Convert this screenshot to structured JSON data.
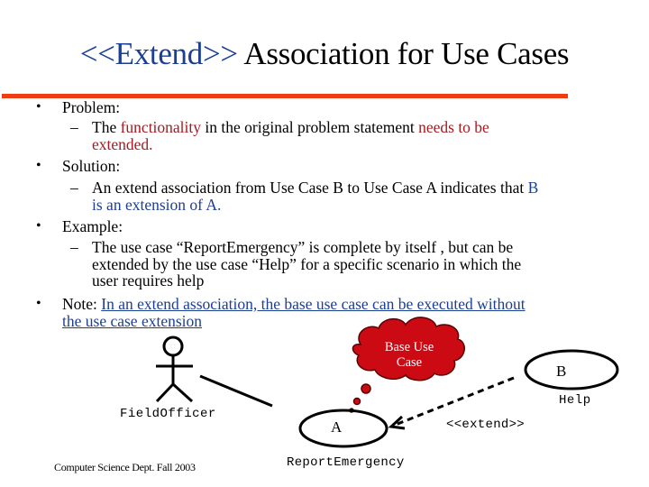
{
  "slide": {
    "title": {
      "part1": "<<Extend>>",
      "part2": " Association  for Use Cases"
    },
    "accent_colors": {
      "rule": "#ee3d12",
      "highlight_red": "#a31b22",
      "highlight_blue": "#1c3f94",
      "cloud_fill": "#cc0a14"
    },
    "bullets": [
      {
        "label": "Problem:",
        "sub": {
          "t1": "The ",
          "t2": "functionality",
          "t3": " in the original problem statement ",
          "t4": "needs to be",
          "t5": "extended."
        }
      },
      {
        "label": "Solution:",
        "sub": {
          "t1": "An extend association from Use Case B to Use Case A indicates that ",
          "t2": "B",
          "t3": "is an extension of A."
        }
      },
      {
        "label": "Example:",
        "sub": {
          "line1": "The use case “ReportEmergency” is complete by itself , but can be",
          "line2": "extended by the use case “Help” for a specific scenario in which the",
          "line3": "user requires help"
        }
      },
      {
        "label": "Note: ",
        "link_line1": "In an extend association, the base use case can be executed without",
        "link_line2": "the use case extension"
      }
    ],
    "diagram": {
      "actor_label": "FieldOfficer",
      "cloud_line1": "Base Use",
      "cloud_line2": "Case",
      "use_case_a_letter": "A",
      "use_case_a_name": "ReportEmergency",
      "use_case_b_letter": "B",
      "use_case_b_name": "Help",
      "stereotype": "<<extend>>"
    },
    "footer": "Computer Science Dept. Fall 2003"
  }
}
